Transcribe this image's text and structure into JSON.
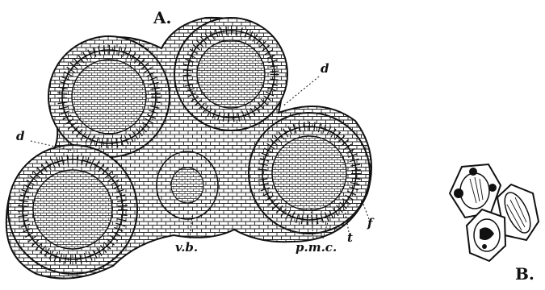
{
  "figure": {
    "panel_a_label": "A.",
    "panel_b_label": "B.",
    "annotations": {
      "d_upper": "d",
      "d_left": "d",
      "vascular_bundle": "v.b.",
      "pollen_mother_cells": "p.m.c.",
      "t": "t",
      "f": "f"
    },
    "colors": {
      "ink": "#111111",
      "paper": "#ffffff",
      "nucleus": "#111111"
    }
  }
}
